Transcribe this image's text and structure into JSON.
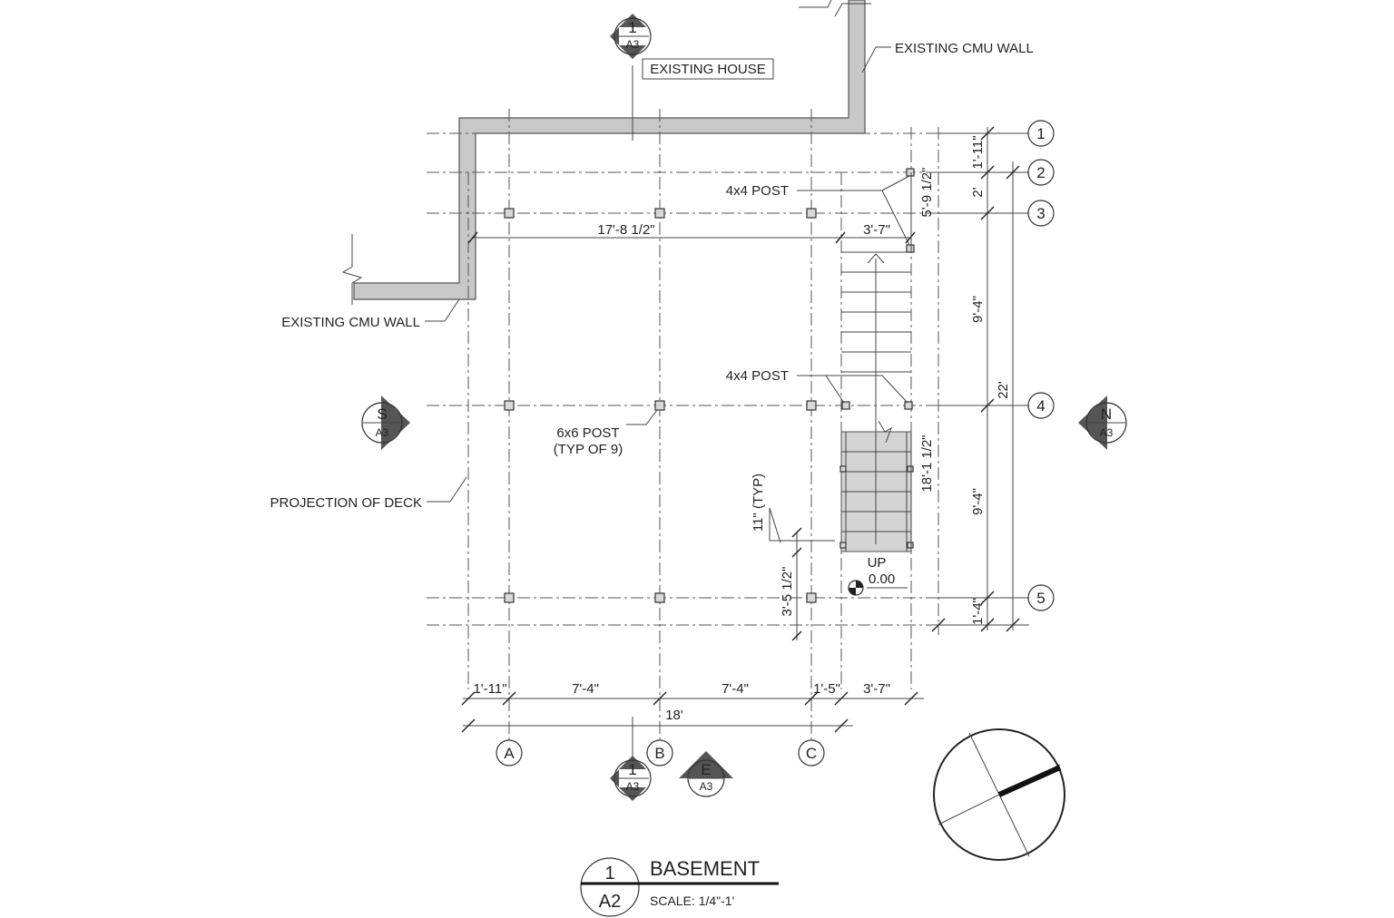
{
  "labels": {
    "existing_house": "EXISTING HOUSE",
    "cmu_wall_top": "EXISTING CMU WALL",
    "cmu_wall_left": "EXISTING CMU WALL",
    "post_4x4_top": "4x4 POST",
    "post_4x4_mid": "4x4 POST",
    "post_6x6_line1": "6x6 POST",
    "post_6x6_line2": "(TYP OF 9)",
    "projection_of_deck": "PROJECTION OF DECK",
    "stair_typ": "11\" (TYP)",
    "up": "UP",
    "elevation": "0.00"
  },
  "dimensions": {
    "top_span": "17'-8 1/2\"",
    "top_stair": "3'-7\"",
    "bottom_1": "1'-11\"",
    "bottom_2": "7'-4\"",
    "bottom_3": "7'-4\"",
    "bottom_4": "1'-5\"",
    "bottom_5": "3'-7\"",
    "bottom_total": "18'",
    "right_1": "1'-11\"",
    "right_2": "2'",
    "right_3": "9'-4\"",
    "right_4": "9'-4\"",
    "right_5": "1'-4\"",
    "right_total": "22'",
    "stair_top": "5'-9 1/2\"",
    "stair_run": "18'-1 1/2\"",
    "stair_bottom": "3'-5 1/2\""
  },
  "grid_bubbles": {
    "rows": [
      "1",
      "2",
      "3",
      "4",
      "5"
    ],
    "columns": [
      "A",
      "B",
      "C"
    ]
  },
  "section_markers": {
    "top": {
      "num": "1",
      "sheet": "A3"
    },
    "bottom": {
      "num": "1",
      "sheet": "A3"
    },
    "south": {
      "num": "S",
      "sheet": "A3"
    },
    "north": {
      "num": "N",
      "sheet": "A3"
    },
    "east": {
      "num": "E",
      "sheet": "A3"
    }
  },
  "title_block": {
    "number": "1",
    "sheet": "A2",
    "title": "BASEMENT",
    "scale": "SCALE: 1/4\"-1'"
  }
}
